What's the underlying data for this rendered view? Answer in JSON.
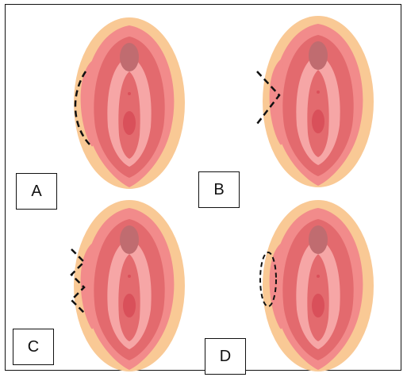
{
  "panels": [
    {
      "id": "A",
      "label": "A",
      "incision": "curved-dashed-line"
    },
    {
      "id": "B",
      "label": "B",
      "incision": "v-shaped-dashed-line"
    },
    {
      "id": "C",
      "label": "C",
      "incision": "zigzag-dashed-line"
    },
    {
      "id": "D",
      "label": "D",
      "incision": "elliptical-dashed-line"
    }
  ],
  "colors": {
    "skin": "#f9c995",
    "outer_labia": "#f28b8b",
    "outer_labia_dark": "#e36a6e",
    "inner": "#f6a6a6",
    "inner_dark": "#d9505a",
    "clitoral_hood": "#c06c70",
    "cut_line": "#111111"
  }
}
